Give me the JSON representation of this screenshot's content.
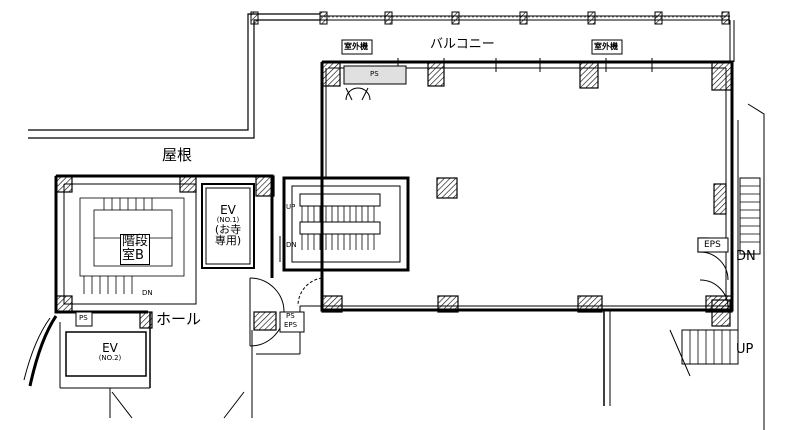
{
  "labels": {
    "roof": "屋根",
    "balcony": "バルコニー",
    "hall": "ホール",
    "outdoor_unit_left": "室外機",
    "outdoor_unit_right": "室外機",
    "ps_top": "PS",
    "ps_left": "PS",
    "ps_eps_1": "PS",
    "ps_eps_2": "EPS",
    "eps_right": "EPS",
    "stair_b_line1": "階段",
    "stair_b_line2": "室B",
    "ev1_title": "EV",
    "ev1_no": "(NO.1)",
    "ev1_line2": "(お寺",
    "ev1_line3": "専用)",
    "ev2_title": "EV",
    "ev2_no": "(NO.2)",
    "up_center": "UP",
    "dn_center": "DN",
    "dn_left": "DN",
    "dn_right": "DN",
    "up_right": "UP"
  }
}
